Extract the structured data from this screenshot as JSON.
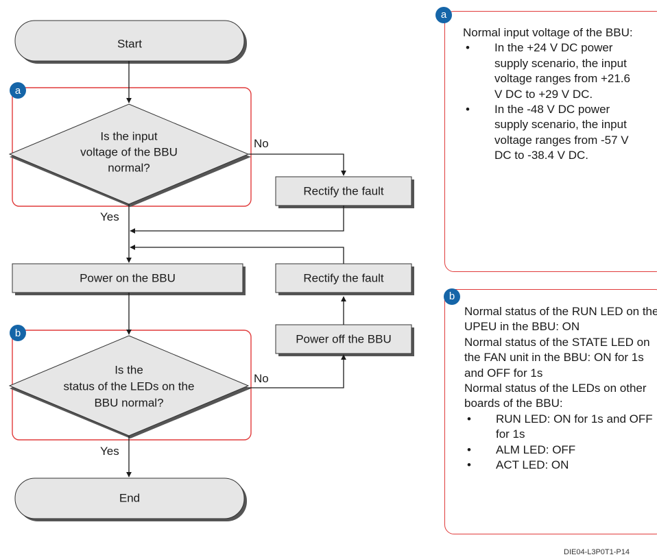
{
  "flowchart": {
    "start": "Start",
    "end": "End",
    "decision_a": {
      "badge": "a",
      "lines": [
        "Is the input",
        "voltage of the BBU",
        "normal?"
      ]
    },
    "decision_b": {
      "badge": "b",
      "lines": [
        "Is the",
        "status of the LEDs on the",
        "BBU normal?"
      ]
    },
    "power_on": "Power on the BBU",
    "rectify_fault_1": "Rectify the fault",
    "rectify_fault_2": "Rectify the fault",
    "power_off": "Power off the BBU",
    "label_no_a": "No",
    "label_yes_a": "Yes",
    "label_no_b": "No",
    "label_yes_b": "Yes"
  },
  "notes": {
    "a": {
      "badge": "a",
      "intro": "Normal input voltage of the BBU:",
      "bullets": [
        "In the +24 V DC power supply scenario, the input voltage ranges from +21.6 V DC to +29 V DC.",
        "In the -48 V DC power supply scenario, the input voltage ranges from -57 V DC to -38.4 V DC."
      ]
    },
    "b": {
      "badge": "b",
      "intro_run": "Normal status of the RUN LED on the UPEU in the BBU: ON",
      "intro_state": "Normal status of the STATE LED on the FAN unit in the BBU: ON for 1s and OFF for 1s",
      "intro_other": "Normal status of the LEDs on other boards of the BBU:",
      "bullets": [
        "RUN LED: ON for 1s and OFF for 1s",
        "ALM LED: OFF",
        "ACT LED: ON"
      ]
    }
  },
  "caption": "DIE04-L3P0T1-P14",
  "colors": {
    "node_fill": "#e6e6e6",
    "shadow": "#555555",
    "highlight_border": "#e03a3a",
    "badge": "#1565a8"
  }
}
